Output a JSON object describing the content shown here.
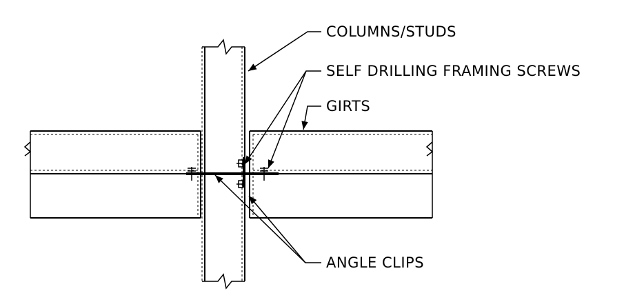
{
  "labels": {
    "columns_studs": "COLUMNS/STUDS",
    "framing_screws": "SELF DRILLING FRAMING SCREWS",
    "girts": "GIRTS",
    "angle_clips": "ANGLE CLIPS"
  },
  "colors": {
    "line": "#000000",
    "background": "#ffffff"
  }
}
